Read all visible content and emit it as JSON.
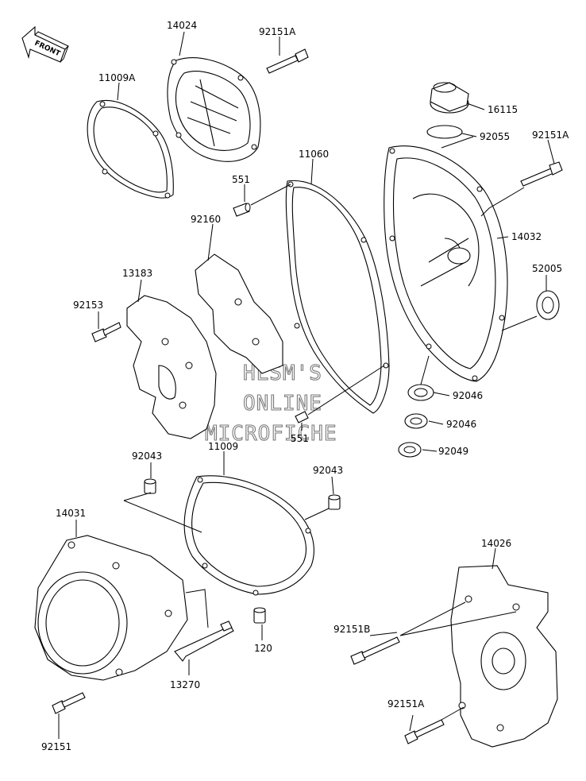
{
  "front_arrow": {
    "label": "FRONT"
  },
  "watermark": {
    "lines": [
      "HLSM'S",
      "ONLINE",
      "MICROFICHE"
    ]
  },
  "labels": [
    {
      "id": "14024",
      "text": "14024"
    },
    {
      "id": "92151A-top",
      "text": "92151A"
    },
    {
      "id": "11009A",
      "text": "11009A"
    },
    {
      "id": "16115",
      "text": "16115"
    },
    {
      "id": "92055",
      "text": "92055"
    },
    {
      "id": "92151A-right",
      "text": "92151A"
    },
    {
      "id": "11060",
      "text": "11060"
    },
    {
      "id": "551-top",
      "text": "551"
    },
    {
      "id": "14032",
      "text": "14032"
    },
    {
      "id": "92160",
      "text": "92160"
    },
    {
      "id": "52005",
      "text": "52005"
    },
    {
      "id": "13183",
      "text": "13183"
    },
    {
      "id": "92153",
      "text": "92153"
    },
    {
      "id": "92046-a",
      "text": "92046"
    },
    {
      "id": "92046-b",
      "text": "92046"
    },
    {
      "id": "551-bottom",
      "text": "551"
    },
    {
      "id": "92049",
      "text": "92049"
    },
    {
      "id": "92043-left",
      "text": "92043"
    },
    {
      "id": "11009",
      "text": "11009"
    },
    {
      "id": "92043-right",
      "text": "92043"
    },
    {
      "id": "14031",
      "text": "14031"
    },
    {
      "id": "14026",
      "text": "14026"
    },
    {
      "id": "92151B",
      "text": "92151B"
    },
    {
      "id": "120",
      "text": "120"
    },
    {
      "id": "13270",
      "text": "13270"
    },
    {
      "id": "92151A-bottom",
      "text": "92151A"
    },
    {
      "id": "92151",
      "text": "92151"
    }
  ]
}
